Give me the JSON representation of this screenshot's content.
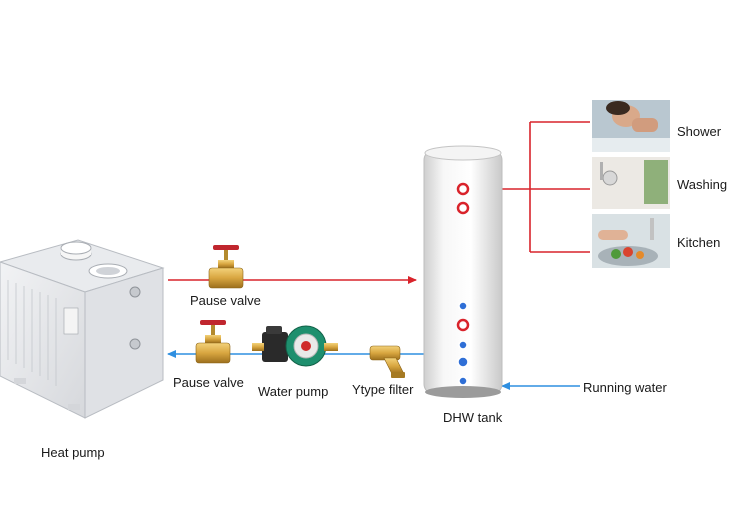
{
  "labels": {
    "heat_pump": "Heat pump",
    "pause_valve_top": "Pause valve",
    "pause_valve_bottom": "Pause valve",
    "water_pump": "Water pump",
    "filter": "Ytype filter",
    "tank": "DHW tank",
    "running_water": "Running water",
    "shower": "Shower",
    "washing": "Washing",
    "kitchen": "Kitchen"
  },
  "colors": {
    "hot_line": "#d9232b",
    "cold_line": "#2f8fe0",
    "valve_handle": "#c0262e",
    "brass": "#d8a640",
    "pump_green": "#1e8f6e"
  },
  "icons": {
    "heat_pump": "heat-pump-unit",
    "valve": "gate-valve",
    "pump": "circulation-pump",
    "filter": "y-strainer",
    "tank": "water-tank"
  }
}
